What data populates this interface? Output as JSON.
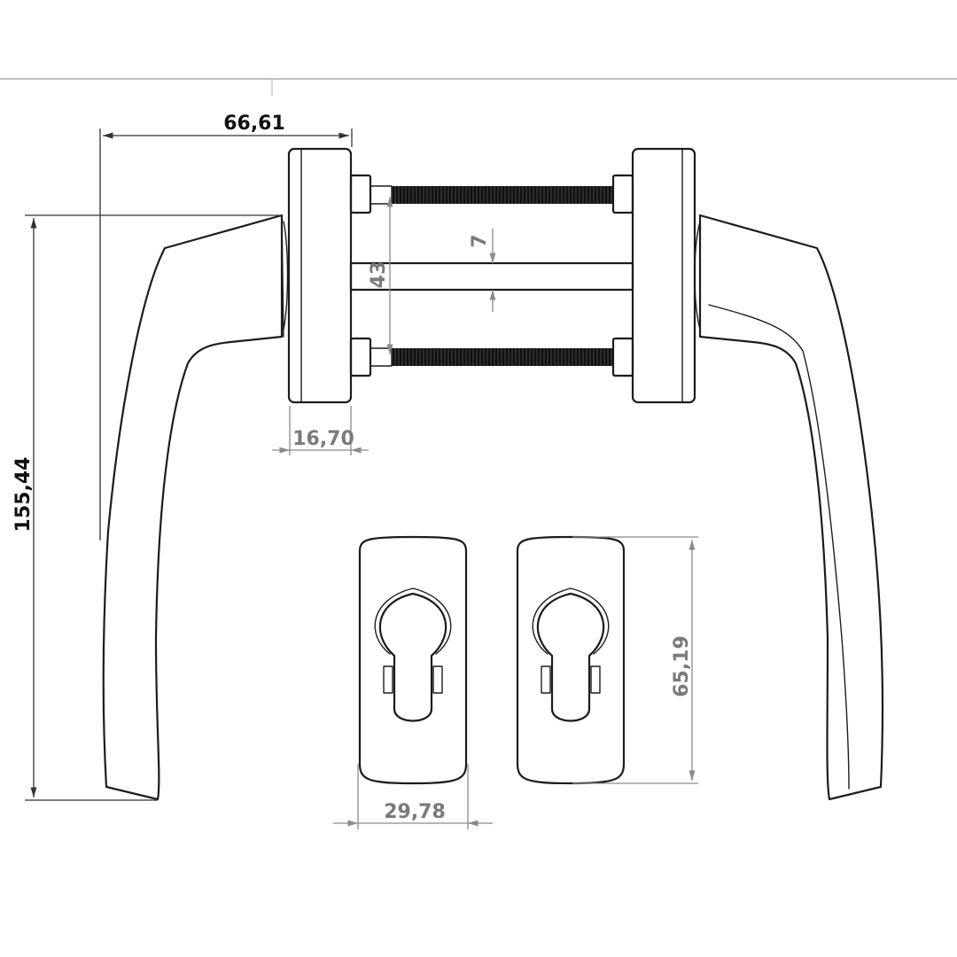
{
  "dimensions": {
    "handle_projection": "66,61",
    "handle_length": "155,44",
    "rose_thickness": "16,70",
    "screw_spacing": "43",
    "spindle_size": "7",
    "escutcheon_width": "29,78",
    "escutcheon_height": "65,19"
  },
  "colors": {
    "line": "#1c1c1c",
    "dimension_grey": "#7a7a7a",
    "background": "#ffffff"
  }
}
